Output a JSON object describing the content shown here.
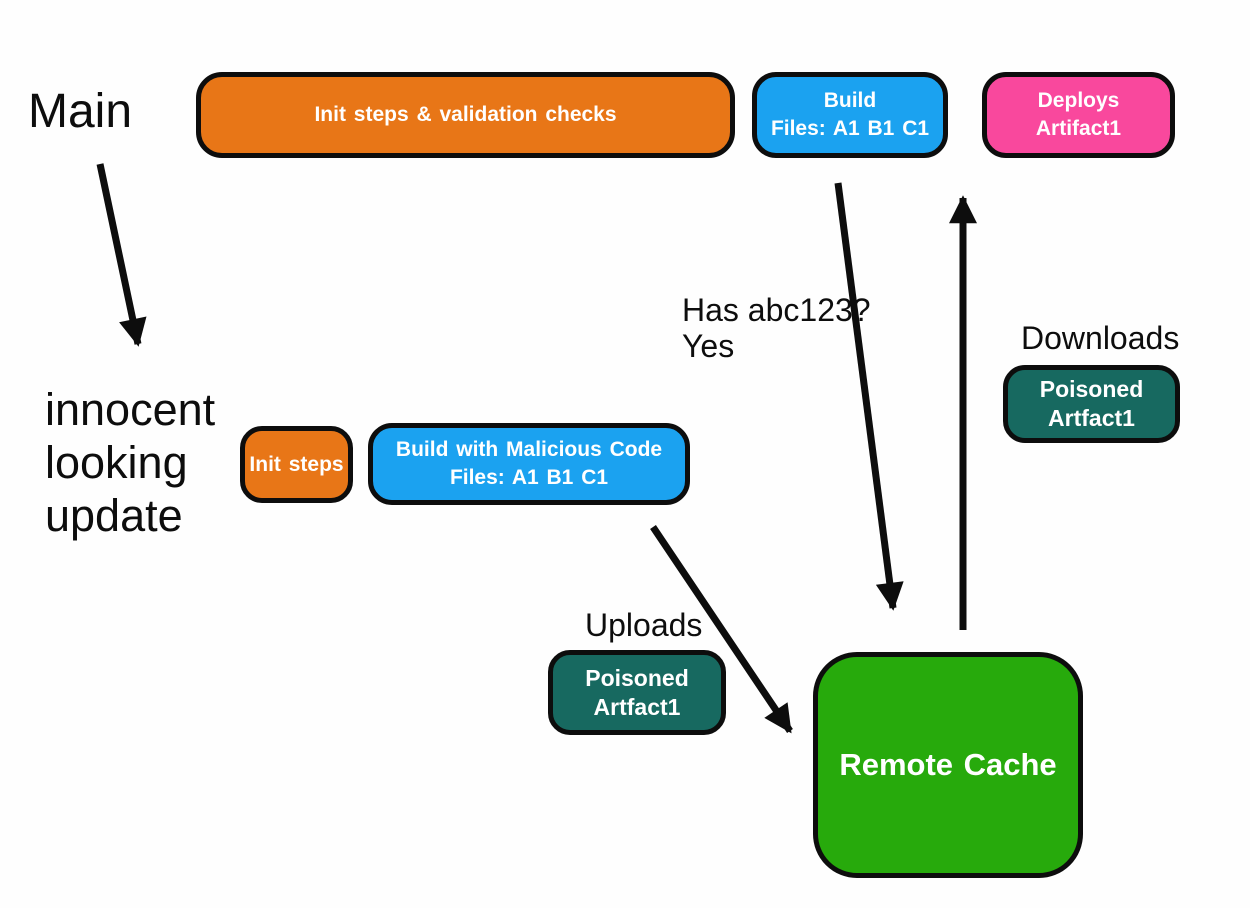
{
  "colors": {
    "orange": "#e87617",
    "blue": "#1ba2f0",
    "pink": "#f9489d",
    "teal": "#176960",
    "green": "#27aa0c",
    "ink": "#0d0d0d",
    "background": "#fefefe",
    "box_text": "#ffffff"
  },
  "labels": {
    "main": "Main",
    "innocent_update": "innocent\nlooking\nupdate",
    "has_abc": "Has abc123?\nYes",
    "downloads": "Downloads",
    "uploads": "Uploads"
  },
  "nodes": {
    "init_validation": "Init steps & validation checks",
    "build_main": "Build\nFiles: A1 B1 C1",
    "deploys": "Deploys\nArtifact1",
    "init_steps": "Init steps",
    "build_malicious": "Build with Malicious Code\nFiles: A1 B1 C1",
    "poisoned_download": "Poisoned\nArtfact1",
    "poisoned_upload": "Poisoned\nArtfact1",
    "remote_cache": "Remote Cache"
  }
}
